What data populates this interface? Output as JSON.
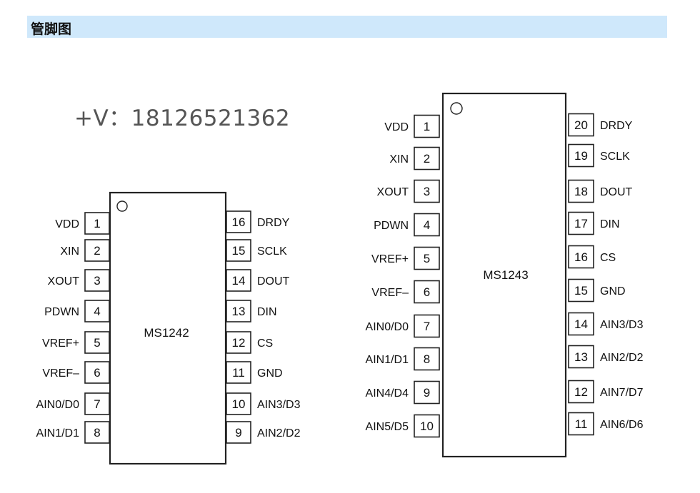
{
  "header": {
    "title": "管脚图"
  },
  "contact": {
    "text": "+V：18126521362"
  },
  "chips": [
    {
      "name": "MS1242",
      "left_pins": [
        {
          "num": "1",
          "label": "VDD"
        },
        {
          "num": "2",
          "label": "XIN"
        },
        {
          "num": "3",
          "label": "XOUT"
        },
        {
          "num": "4",
          "label": "PDWN"
        },
        {
          "num": "5",
          "label": "VREF+"
        },
        {
          "num": "6",
          "label": "VREF–"
        },
        {
          "num": "7",
          "label": "AIN0/D0"
        },
        {
          "num": "8",
          "label": "AIN1/D1"
        }
      ],
      "right_pins": [
        {
          "num": "16",
          "label": "DRDY"
        },
        {
          "num": "15",
          "label": "SCLK"
        },
        {
          "num": "14",
          "label": "DOUT"
        },
        {
          "num": "13",
          "label": "DIN"
        },
        {
          "num": "12",
          "label": "CS"
        },
        {
          "num": "11",
          "label": "GND"
        },
        {
          "num": "10",
          "label": "AIN3/D3"
        },
        {
          "num": "9",
          "label": "AIN2/D2"
        }
      ]
    },
    {
      "name": "MS1243",
      "left_pins": [
        {
          "num": "1",
          "label": "VDD"
        },
        {
          "num": "2",
          "label": "XIN"
        },
        {
          "num": "3",
          "label": "XOUT"
        },
        {
          "num": "4",
          "label": "PDWN"
        },
        {
          "num": "5",
          "label": "VREF+"
        },
        {
          "num": "6",
          "label": "VREF–"
        },
        {
          "num": "7",
          "label": "AIN0/D0"
        },
        {
          "num": "8",
          "label": "AIN1/D1"
        },
        {
          "num": "9",
          "label": "AIN4/D4"
        },
        {
          "num": "10",
          "label": "AIN5/D5"
        }
      ],
      "right_pins": [
        {
          "num": "20",
          "label": "DRDY"
        },
        {
          "num": "19",
          "label": "SCLK"
        },
        {
          "num": "18",
          "label": "DOUT"
        },
        {
          "num": "17",
          "label": "DIN"
        },
        {
          "num": "16",
          "label": "CS"
        },
        {
          "num": "15",
          "label": "GND"
        },
        {
          "num": "14",
          "label": "AIN3/D3"
        },
        {
          "num": "13",
          "label": "AIN2/D2"
        },
        {
          "num": "12",
          "label": "AIN7/D7"
        },
        {
          "num": "11",
          "label": "AIN6/D6"
        }
      ]
    }
  ]
}
